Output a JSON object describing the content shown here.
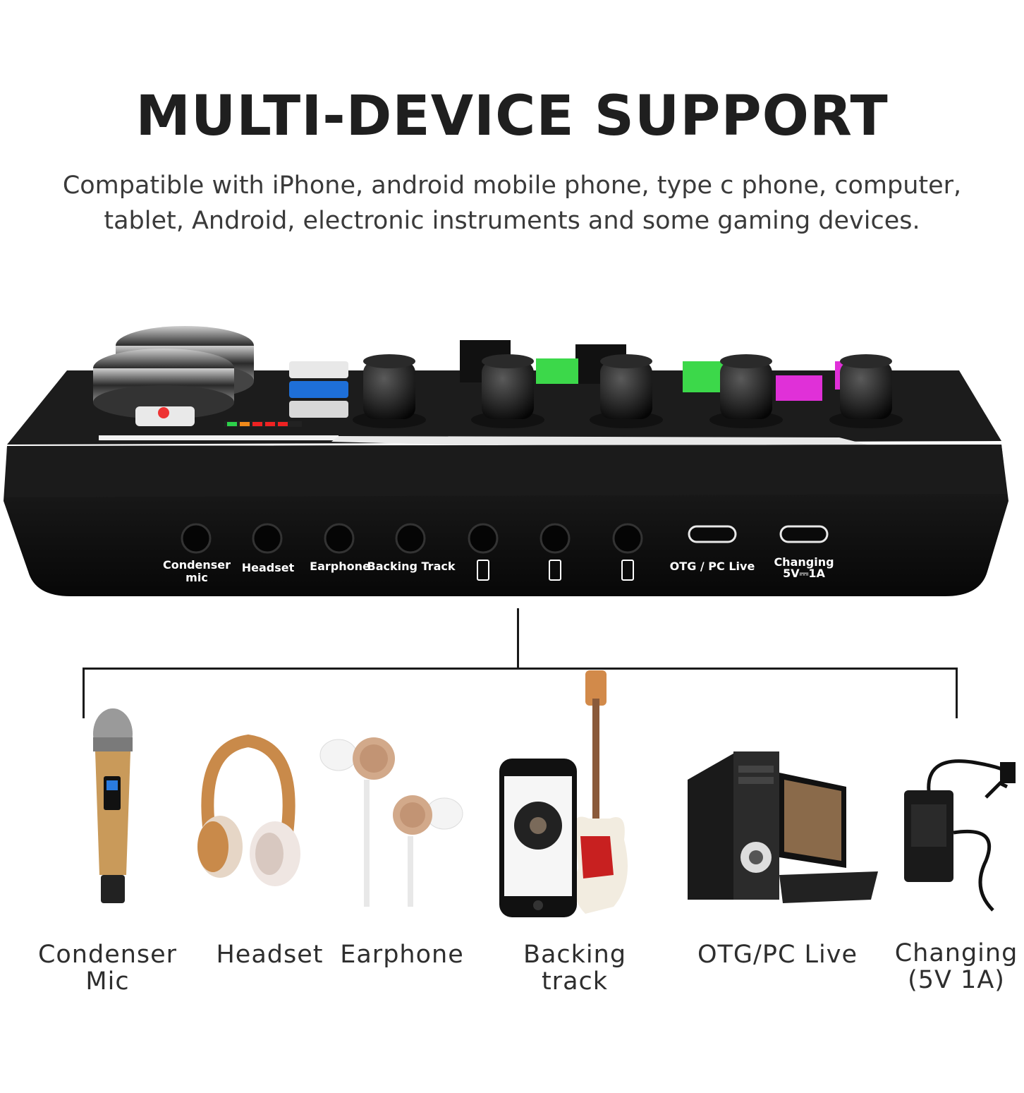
{
  "header": {
    "title": "MULTI-DEVICE SUPPORT",
    "subtitle_line1": "Compatible with iPhone, android mobile phone, type c phone, computer,",
    "subtitle_line2": "tablet, Android, electronic instruments and some gaming devices."
  },
  "mixer": {
    "ports": [
      {
        "line1": "Condenser",
        "line2": "mic"
      },
      {
        "line1": "Headset"
      },
      {
        "line1": "Earphone"
      },
      {
        "line1": "Backing Track"
      },
      {
        "line1": "OTG / PC Live"
      },
      {
        "line1": "Changing",
        "line2": "5V⎓1A"
      }
    ]
  },
  "devices": [
    {
      "label": "Condenser Mic",
      "icon": "microphone-icon"
    },
    {
      "label": "Headset",
      "icon": "headphones-icon"
    },
    {
      "label": "Earphone",
      "icon": "earphones-icon"
    },
    {
      "label": "Backing track",
      "icon": "phone-guitar-icon"
    },
    {
      "label": "OTG/PC Live",
      "icon": "computer-icon"
    },
    {
      "label": "Changing",
      "label2": "(5V 1A)",
      "icon": "power-adapter-icon"
    }
  ]
}
